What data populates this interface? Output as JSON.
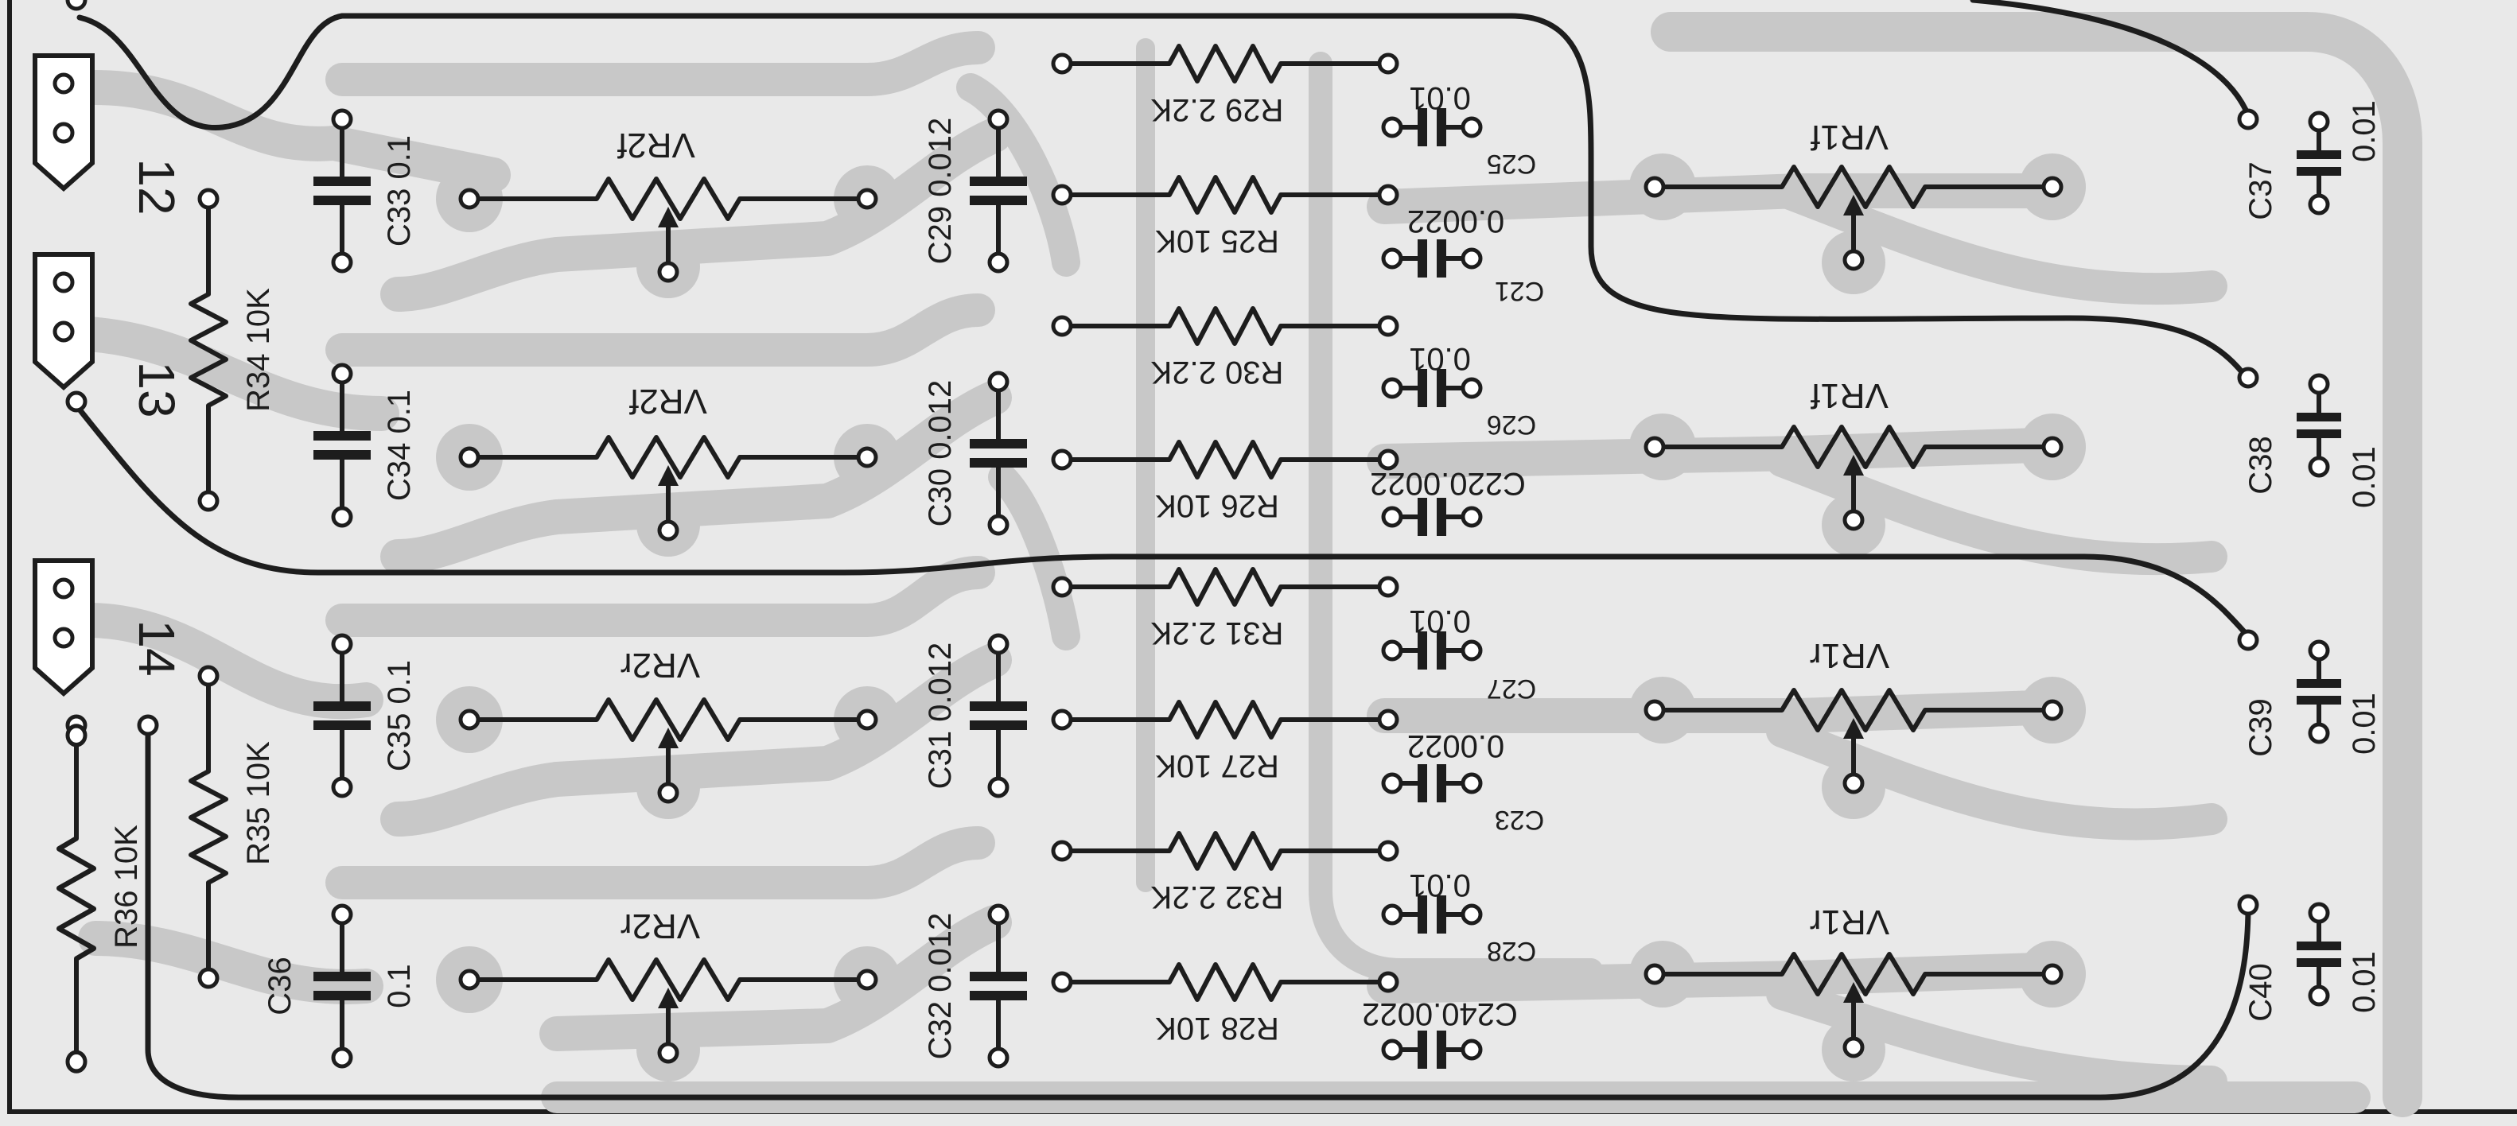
{
  "colors": {
    "background": "#e9e9e9",
    "copper": "#c8c8c8",
    "ink": "#1d1d1d"
  },
  "connectors": [
    "12",
    "13",
    "14"
  ],
  "vr_labels": {
    "vr2f_1": "VR2f",
    "vr2f_2": "VR2f",
    "vr2r_1": "VR2r",
    "vr2r_2": "VR2r",
    "vr1f_1": "VR1f",
    "vr1f_2": "VR1f",
    "vr1r_1": "VR1r",
    "vr1r_2": "VR1r"
  },
  "components": {
    "c33": "C33",
    "c33_val": "0.1",
    "c34": "C34",
    "c34_val": "0.1",
    "c35": "C35",
    "c35_val": "0.1",
    "c36": "C36",
    "c36_val": "0.1",
    "r34": "R34",
    "r34_val": "10K",
    "r35": "R35",
    "r35_val": "10K",
    "r36": "R36",
    "r36_val": "10K",
    "c29": "C29",
    "c29_val": "0.012",
    "c30": "C30",
    "c30_val": "0.012",
    "c31": "C31",
    "c31_val": "0.012",
    "c32": "C32",
    "c32_val": "0.012",
    "r29": "R29",
    "r29_val": "2.2K",
    "r30": "R30",
    "r30_val": "2.2K",
    "r31": "R31",
    "r31_val": "2.2K",
    "r32": "R32",
    "r32_val": "2.2K",
    "r25": "R25",
    "r25_val": "10K",
    "r26": "R26",
    "r26_val": "10K",
    "r27": "R27",
    "r27_val": "10K",
    "r28": "R28",
    "r28_val": "10K",
    "c25": "C25",
    "c25_val": "0.01",
    "c26": "C26",
    "c26_val": "0.01",
    "c27": "C27",
    "c27_val": "0.01",
    "c28": "C28",
    "c28_val": "0.01",
    "c21": "C21",
    "c21_val": "0.0022",
    "c22": "C22",
    "c22_val": "0.0022",
    "c23": "C23",
    "c23_val": "0.0022",
    "c24": "C24",
    "c24_val": "0.0022",
    "c37": "C37",
    "c37_val": "0.01",
    "c38": "C38",
    "c38_val": "0.01",
    "c39": "C39",
    "c39_val": "0.01",
    "c40": "C40",
    "c40_val": "0.01"
  }
}
